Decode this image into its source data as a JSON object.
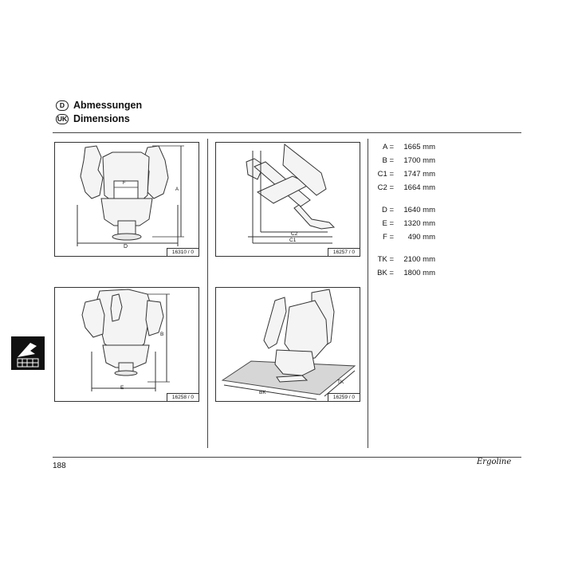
{
  "headings": [
    {
      "badge": "D",
      "title": "Abmessungen"
    },
    {
      "badge": "UK",
      "title": "Dimensions"
    }
  ],
  "figures": [
    {
      "code": "16310 / 0",
      "labels": {
        "d": "D",
        "f": "F",
        "a": "A"
      }
    },
    {
      "code": "16257 / 0",
      "labels": {
        "c2": "C2",
        "c1": "C1"
      }
    },
    {
      "code": "16258 / 0",
      "labels": {
        "b": "B",
        "e": "E"
      }
    },
    {
      "code": "16259 / 0",
      "labels": {
        "bk": "BK",
        "tk": "TK"
      }
    }
  ],
  "specs": [
    {
      "label": "A =",
      "value": "1665 mm"
    },
    {
      "label": "B =",
      "value": "1700 mm"
    },
    {
      "label": "C1 =",
      "value": "1747 mm"
    },
    {
      "label": "C2 =",
      "value": "1664 mm"
    },
    {
      "label": "D =",
      "value": "1640 mm"
    },
    {
      "label": "E =",
      "value": "1320 mm"
    },
    {
      "label": "F =",
      "value": "490 mm"
    },
    {
      "label": "TK =",
      "value": "2100 mm"
    },
    {
      "label": "BK =",
      "value": "1800 mm"
    }
  ],
  "footer": {
    "page_number": "188",
    "brand": "Ergoline"
  }
}
